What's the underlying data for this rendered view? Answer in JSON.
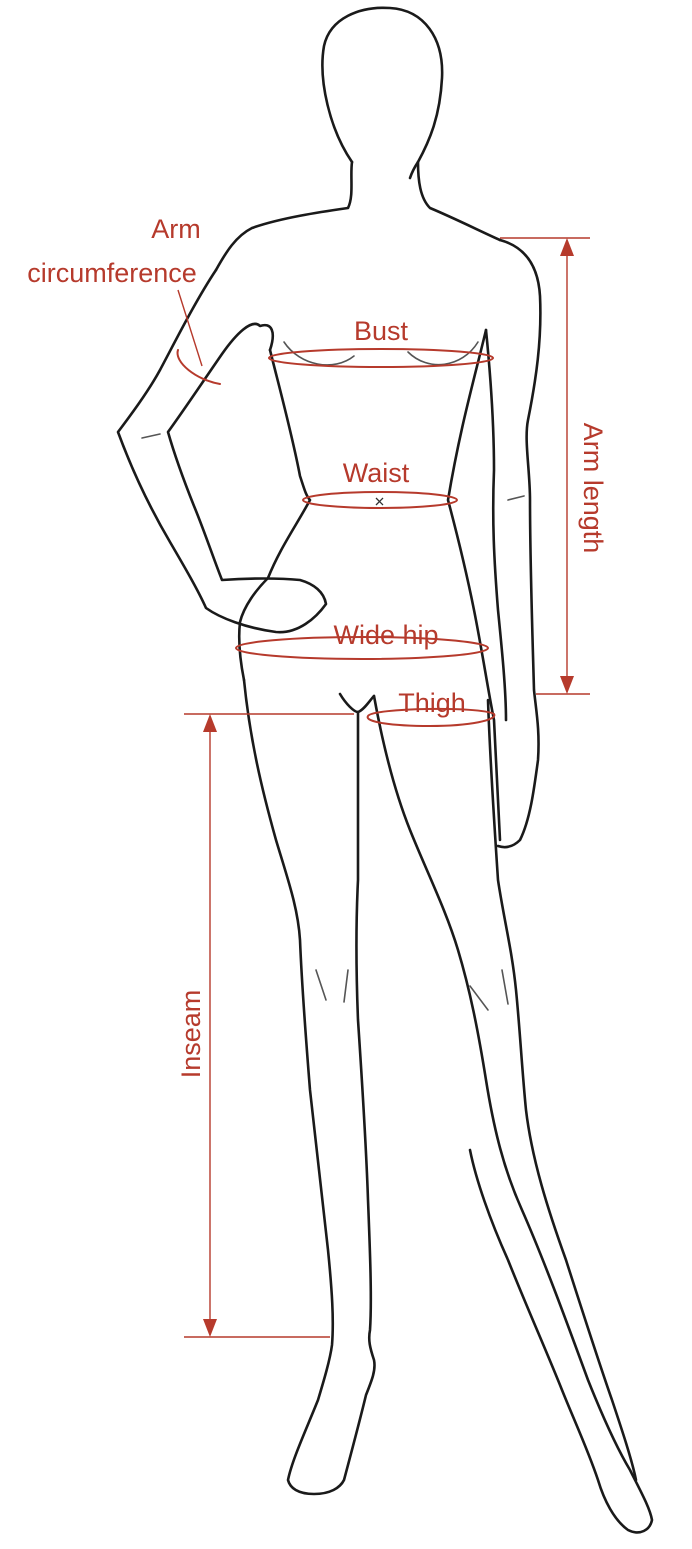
{
  "labels": {
    "arm_circumference_line1": "Arm",
    "arm_circumference_line2": "circumference",
    "bust": "Bust",
    "waist": "Waist",
    "wide_hip": "Wide hip",
    "thigh": "Thigh",
    "arm_length": "Arm length",
    "inseam": "Inseam"
  },
  "colors": {
    "accent": "#b63a2c",
    "outline": "#1a1a1a",
    "background": "#ffffff"
  }
}
